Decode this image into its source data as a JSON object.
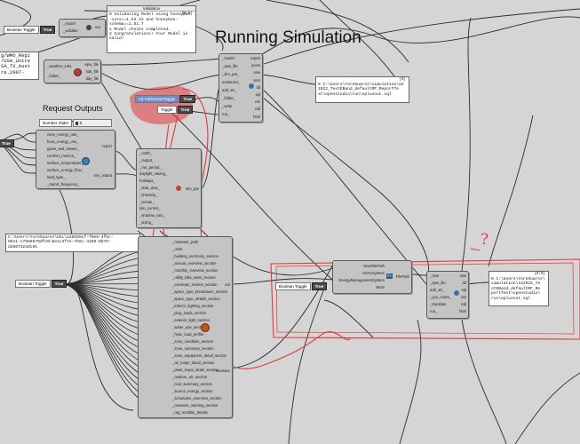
{
  "headings": {
    "running_simulation": "Running Simulation",
    "request_outputs": "Request Outputs"
  },
  "validation_panel": {
    "title": "Validation",
    "index": "{0;0}",
    "lines": [
      "0 Validating Model using honeybee",
      "-core==1.54.12 and honeybee-",
      "schema==1.51.7",
      "1 Model checks completed.",
      "2 Congratulations! Your Model is",
      "valid!"
    ]
  },
  "model_component": {
    "inputs": [
      "_model",
      "_validate"
    ],
    "output": "out"
  },
  "toggles": {
    "top_label": "Boolean Toggle",
    "top_value": "True",
    "lb_label": "LB FalseStartToggle",
    "lb_value": "True",
    "toggle2_label": "Toggle",
    "toggle2_value": "True",
    "left_value": "True",
    "lower_label": "Boolean Toggle",
    "lower_value": "True",
    "mid_label": "Boolean Toggle",
    "mid_value": "True"
  },
  "weather_component": {
    "inputs": [
      "_weather_URL",
      "_folder_"
    ],
    "outputs": [
      "epw_file",
      "stat_file",
      "ddy_file"
    ]
  },
  "weather_panel": {
    "lines": [
      "g/WMO_Regi",
      "/USA_Unite",
      "SA_TX_Aust",
      "ra.2007-"
    ]
  },
  "run_component": {
    "inputs": [
      "_model",
      "_epw_file",
      "_sim_par_",
      "measures_",
      "add_str_",
      "_folder_",
      "_write",
      "run_"
    ],
    "outputs": [
      "report",
      "jsons",
      "osw",
      "osm",
      "idf",
      "sql",
      "zsz",
      "rdd",
      "html"
    ]
  },
  "sql_panel": {
    "index": "{0}",
    "lines": [
      "0 C:\\Users\\YoreSuarez\\simulation\\22",
      "1922_TestEBand_defaultMF_ReportTe",
      "st\\openstudio\\run\\eplusout.sql"
    ]
  },
  "number_slider": {
    "label": "Number Slider",
    "value": "0"
  },
  "outputs_component": {
    "inputs": [
      "zone_energy_use_",
      "hvac_energy_use_",
      "gains_and_losses_",
      "comfort_metrics_",
      "surface_temperature_",
      "surface_energy_flow_",
      "load_type_",
      "_report_frequency_"
    ],
    "outputs": [
      "report",
      "sim_output"
    ]
  },
  "simpar_component": {
    "inputs": [
      "_north_",
      "_output_",
      "_run_period_",
      "daylight_saving_",
      "holidays_",
      "_start_dow_",
      "_timestep_",
      "_terrain_",
      "sim_control_",
      "_shadow_calc_",
      "_sizing_"
    ],
    "output": "sim_par"
  },
  "path_panel": {
    "lines": [
      "C:\\Users\\YoreSuarez\\HCL\\a35595cf-f0e9-4fbc-",
      "9b11-c7568579dfe9\\8e1c4f7e-7b6c-4268-9b75-",
      "d2867323dc01"
    ]
  },
  "measure_component": {
    "inputs": [
      "_measure_path",
      "_units",
      "_building_summary_section",
      "_annual_overview_section",
      "_monthly_overview_section",
      "_utility_bills_rates_section",
      "_envelope_section_section",
      "_space_type_breakdown_section",
      "_space_type_details_section",
      "_interior_lighting_section",
      "_plug_loads_section",
      "_exterior_light_section",
      "_water_use_section",
      "_hvac_load_profile",
      "_zone_condition_section",
      "_zone_summary_section",
      "_zone_equipment_detail_section",
      "_air_loops_detail_section",
      "_plant_loops_detail_section",
      "_outdoor_air_section",
      "_cost_summary_section",
      "_source_energy_section",
      "_schedules_overview_section",
      "_measure_warning_section",
      "_reg_monthly_details"
    ],
    "outputs": [
      "out",
      "measure"
    ]
  },
  "filepath_component": {
    "inputs": [
      "NewFilePath",
      "HVACSystem",
      "EnergyManagementSystem",
      "Write"
    ],
    "output": "FilePath"
  },
  "energyplus_component": {
    "inputs": [
      "_osm",
      "_epw_file",
      "add_str_",
      "_cpu_count_",
      "_translate",
      "run_"
    ],
    "outputs": [
      "osw",
      "idf",
      "sql",
      "zsz",
      "rdd",
      "html"
    ]
  },
  "result_panel": {
    "index": "{0;0}",
    "lines": [
      "0 C:\\Users\\YoreSuarez\\",
      "simulation\\122922_Te",
      "stEBand_defaultMF_Re",
      "portTest\\openstudio\\",
      "run\\eplusout.sql"
    ]
  },
  "annotation": {
    "question": "?"
  },
  "colors": {
    "canvas": "#d5d5d5",
    "highlight": "#e0393e",
    "wire": "#222222"
  }
}
